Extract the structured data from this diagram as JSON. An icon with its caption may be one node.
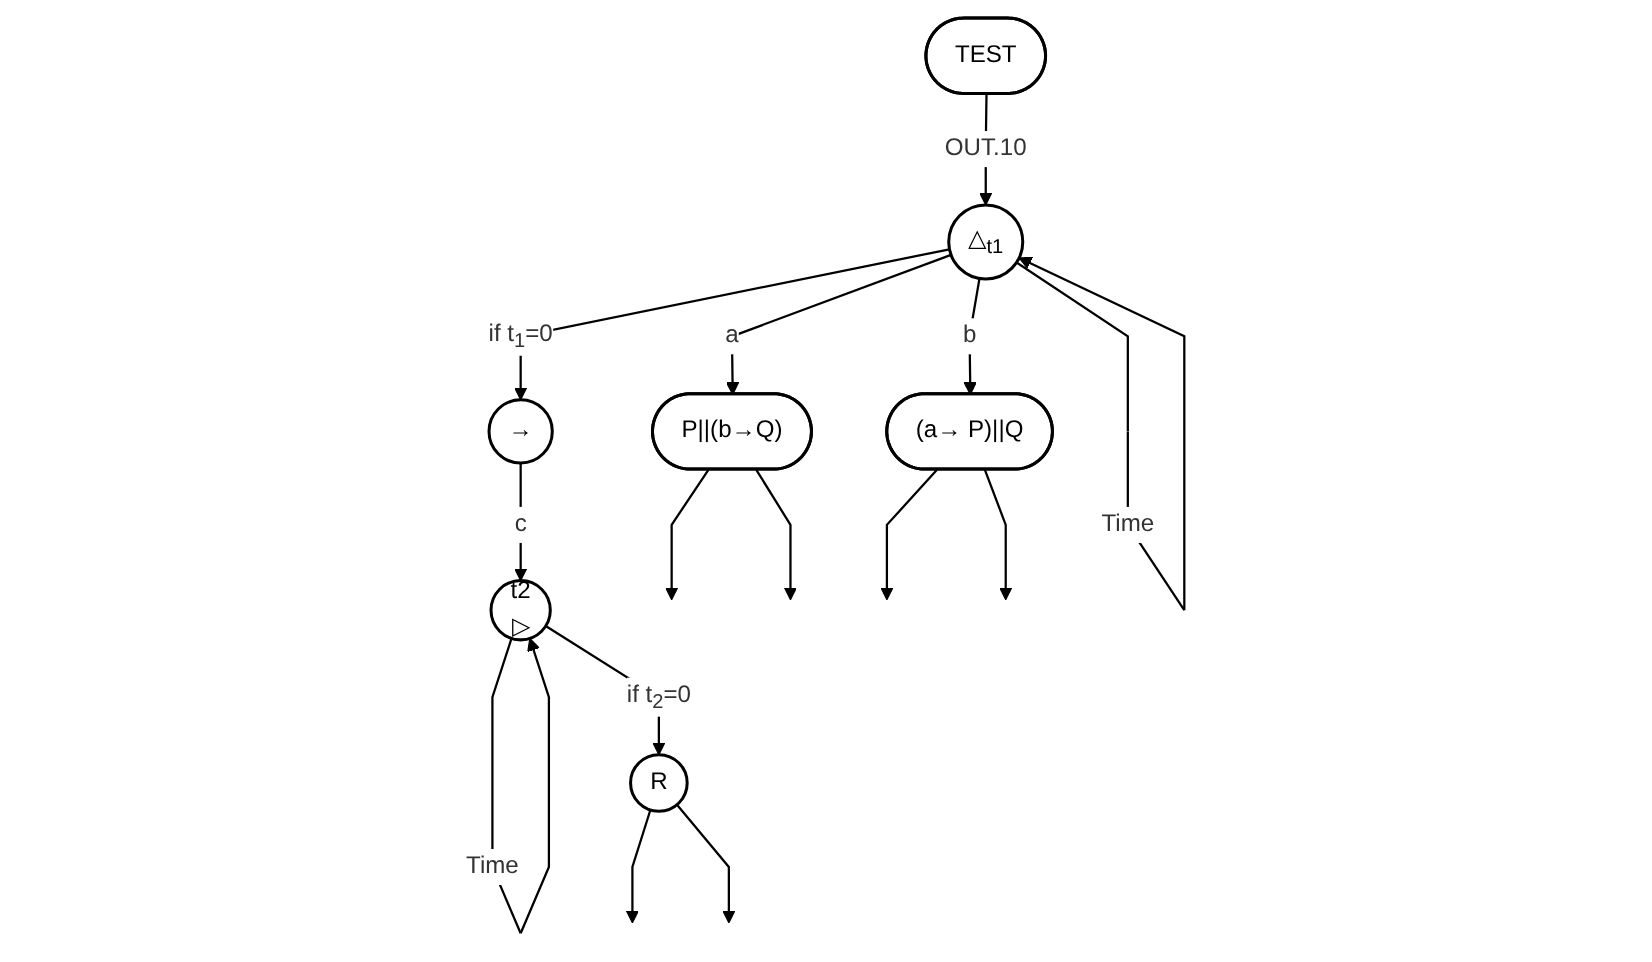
{
  "diagram": {
    "nodes": [
      {
        "text": [
          "TEST"
        ]
      },
      {
        "text": [
          "△$_{t1}$"
        ]
      },
      {
        "text": [
          "→"
        ]
      },
      {
        "text": [
          "t2",
          "▷"
        ]
      },
      {
        "text": [
          "P||(b→Q)"
        ]
      },
      {
        "text": [
          "(a→ P)||Q"
        ]
      },
      {
        "text": [
          "R"
        ]
      }
    ],
    "edges": [
      {
        "from": 0,
        "to": 1,
        "arrow": "to",
        "label": "OUT.10"
      },
      {
        "from": 1,
        "to": 1,
        "arrow": "to",
        "label": "Time"
      },
      {
        "from": 1,
        "to": 2,
        "arrow": "to",
        "label": "if t$_{1}$=0"
      },
      {
        "from": 1,
        "to": 4,
        "arrow": "to",
        "label": "a"
      },
      {
        "from": 1,
        "to": 5,
        "arrow": "to",
        "label": "b"
      },
      {
        "from": 2,
        "to": 3,
        "arrow": "to",
        "label": "c"
      },
      {
        "from": 3,
        "to": 3,
        "arrow": "to",
        "label": "Time"
      },
      {
        "from": 3,
        "to": 6,
        "arrow": "to",
        "label": "if t$_{2}$=0"
      },
      {
        "from": 4,
        "to": null,
        "arrow": "to"
      },
      {
        "from": 4,
        "to": null,
        "arrow": "to"
      },
      {
        "from": 5,
        "to": null,
        "arrow": "to"
      },
      {
        "from": 5,
        "to": null,
        "arrow": "to"
      },
      {
        "from": 6,
        "to": null,
        "arrow": "to"
      },
      {
        "from": 6,
        "to": null,
        "arrow": "to"
      }
    ]
  }
}
